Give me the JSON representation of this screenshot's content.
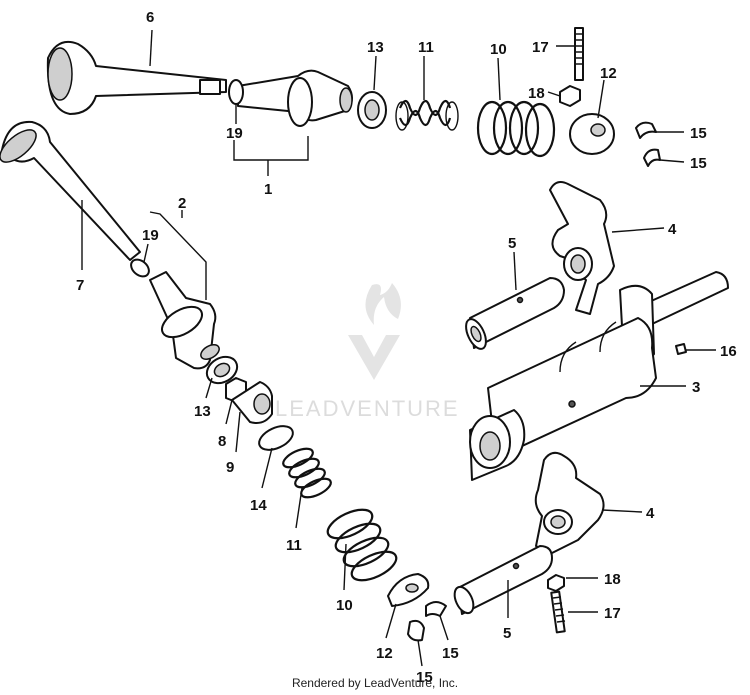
{
  "watermark": "LEADVENTURE",
  "footer": "Rendered by LeadVenture, Inc.",
  "callouts": {
    "c6": "6",
    "c13a": "13",
    "c11a": "11",
    "c10a": "10",
    "c17a": "17",
    "c18a": "18",
    "c12a": "12",
    "c15a": "15",
    "c15b": "15",
    "c19a": "19",
    "c1": "1",
    "c2": "2",
    "c4a": "4",
    "c19b": "19",
    "c7": "7",
    "c5a": "5",
    "c16": "16",
    "c3": "3",
    "c13b": "13",
    "c8": "8",
    "c9": "9",
    "c14": "14",
    "c11b": "11",
    "c4b": "4",
    "c10b": "10",
    "c18b": "18",
    "c5b": "5",
    "c17b": "17",
    "c12b": "12",
    "c15c": "15",
    "c15d": "15"
  }
}
